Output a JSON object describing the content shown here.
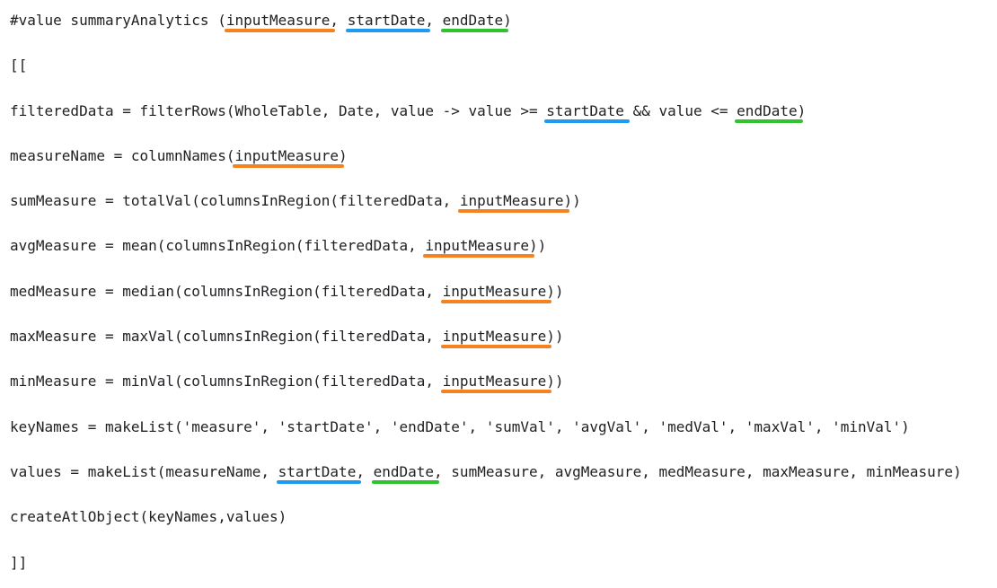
{
  "page": {
    "background": "#ffffff",
    "text_color": "#202124"
  },
  "param_underline_colors": {
    "inputMeasure": "#f5821f",
    "startDate": "#1d9bf0",
    "endDate": "#2fc42f"
  },
  "code": {
    "lines": [
      {
        "segments": [
          {
            "text": "#value summaryAnalytics ("
          },
          {
            "text": "inputMeasure",
            "underline": "inputMeasure"
          },
          {
            "text": ", "
          },
          {
            "text": "startDate",
            "underline": "startDate"
          },
          {
            "text": ", "
          },
          {
            "text": "endDate",
            "underline": "endDate"
          },
          {
            "text": ")"
          }
        ]
      },
      {
        "segments": [
          {
            "text": "[["
          }
        ]
      },
      {
        "segments": [
          {
            "text": "filteredData = filterRows(WholeTable, Date, value -> value >= "
          },
          {
            "text": "startDate",
            "underline": "startDate"
          },
          {
            "text": " && value <= "
          },
          {
            "text": "endDate",
            "underline": "endDate"
          },
          {
            "text": ")"
          }
        ]
      },
      {
        "segments": [
          {
            "text": "measureName = columnNames("
          },
          {
            "text": "inputMeasure",
            "underline": "inputMeasure"
          },
          {
            "text": ")"
          }
        ]
      },
      {
        "segments": [
          {
            "text": "sumMeasure = totalVal(columnsInRegion(filteredData, "
          },
          {
            "text": "inputMeasure",
            "underline": "inputMeasure"
          },
          {
            "text": "))"
          }
        ]
      },
      {
        "segments": [
          {
            "text": "avgMeasure = mean(columnsInRegion(filteredData, "
          },
          {
            "text": "inputMeasure",
            "underline": "inputMeasure"
          },
          {
            "text": "))"
          }
        ]
      },
      {
        "segments": [
          {
            "text": "medMeasure = median(columnsInRegion(filteredData, "
          },
          {
            "text": "inputMeasure",
            "underline": "inputMeasure"
          },
          {
            "text": "))"
          }
        ]
      },
      {
        "segments": [
          {
            "text": "maxMeasure = maxVal(columnsInRegion(filteredData, "
          },
          {
            "text": "inputMeasure",
            "underline": "inputMeasure"
          },
          {
            "text": "))"
          }
        ]
      },
      {
        "segments": [
          {
            "text": "minMeasure = minVal(columnsInRegion(filteredData, "
          },
          {
            "text": "inputMeasure",
            "underline": "inputMeasure"
          },
          {
            "text": "))"
          }
        ]
      },
      {
        "segments": [
          {
            "text": "keyNames = makeList('measure', 'startDate', 'endDate', 'sumVal', 'avgVal', 'medVal', 'maxVal', 'minVal')"
          }
        ]
      },
      {
        "segments": [
          {
            "text": "values = makeList(measureName, "
          },
          {
            "text": "startDate",
            "underline": "startDate"
          },
          {
            "text": ", "
          },
          {
            "text": "endDate",
            "underline": "endDate"
          },
          {
            "text": ", sumMeasure, avgMeasure, medMeasure, maxMeasure, minMeasure)"
          }
        ]
      },
      {
        "segments": [
          {
            "text": "createAtlObject(keyNames,values)"
          }
        ]
      },
      {
        "segments": [
          {
            "text": "]]"
          }
        ]
      }
    ]
  }
}
